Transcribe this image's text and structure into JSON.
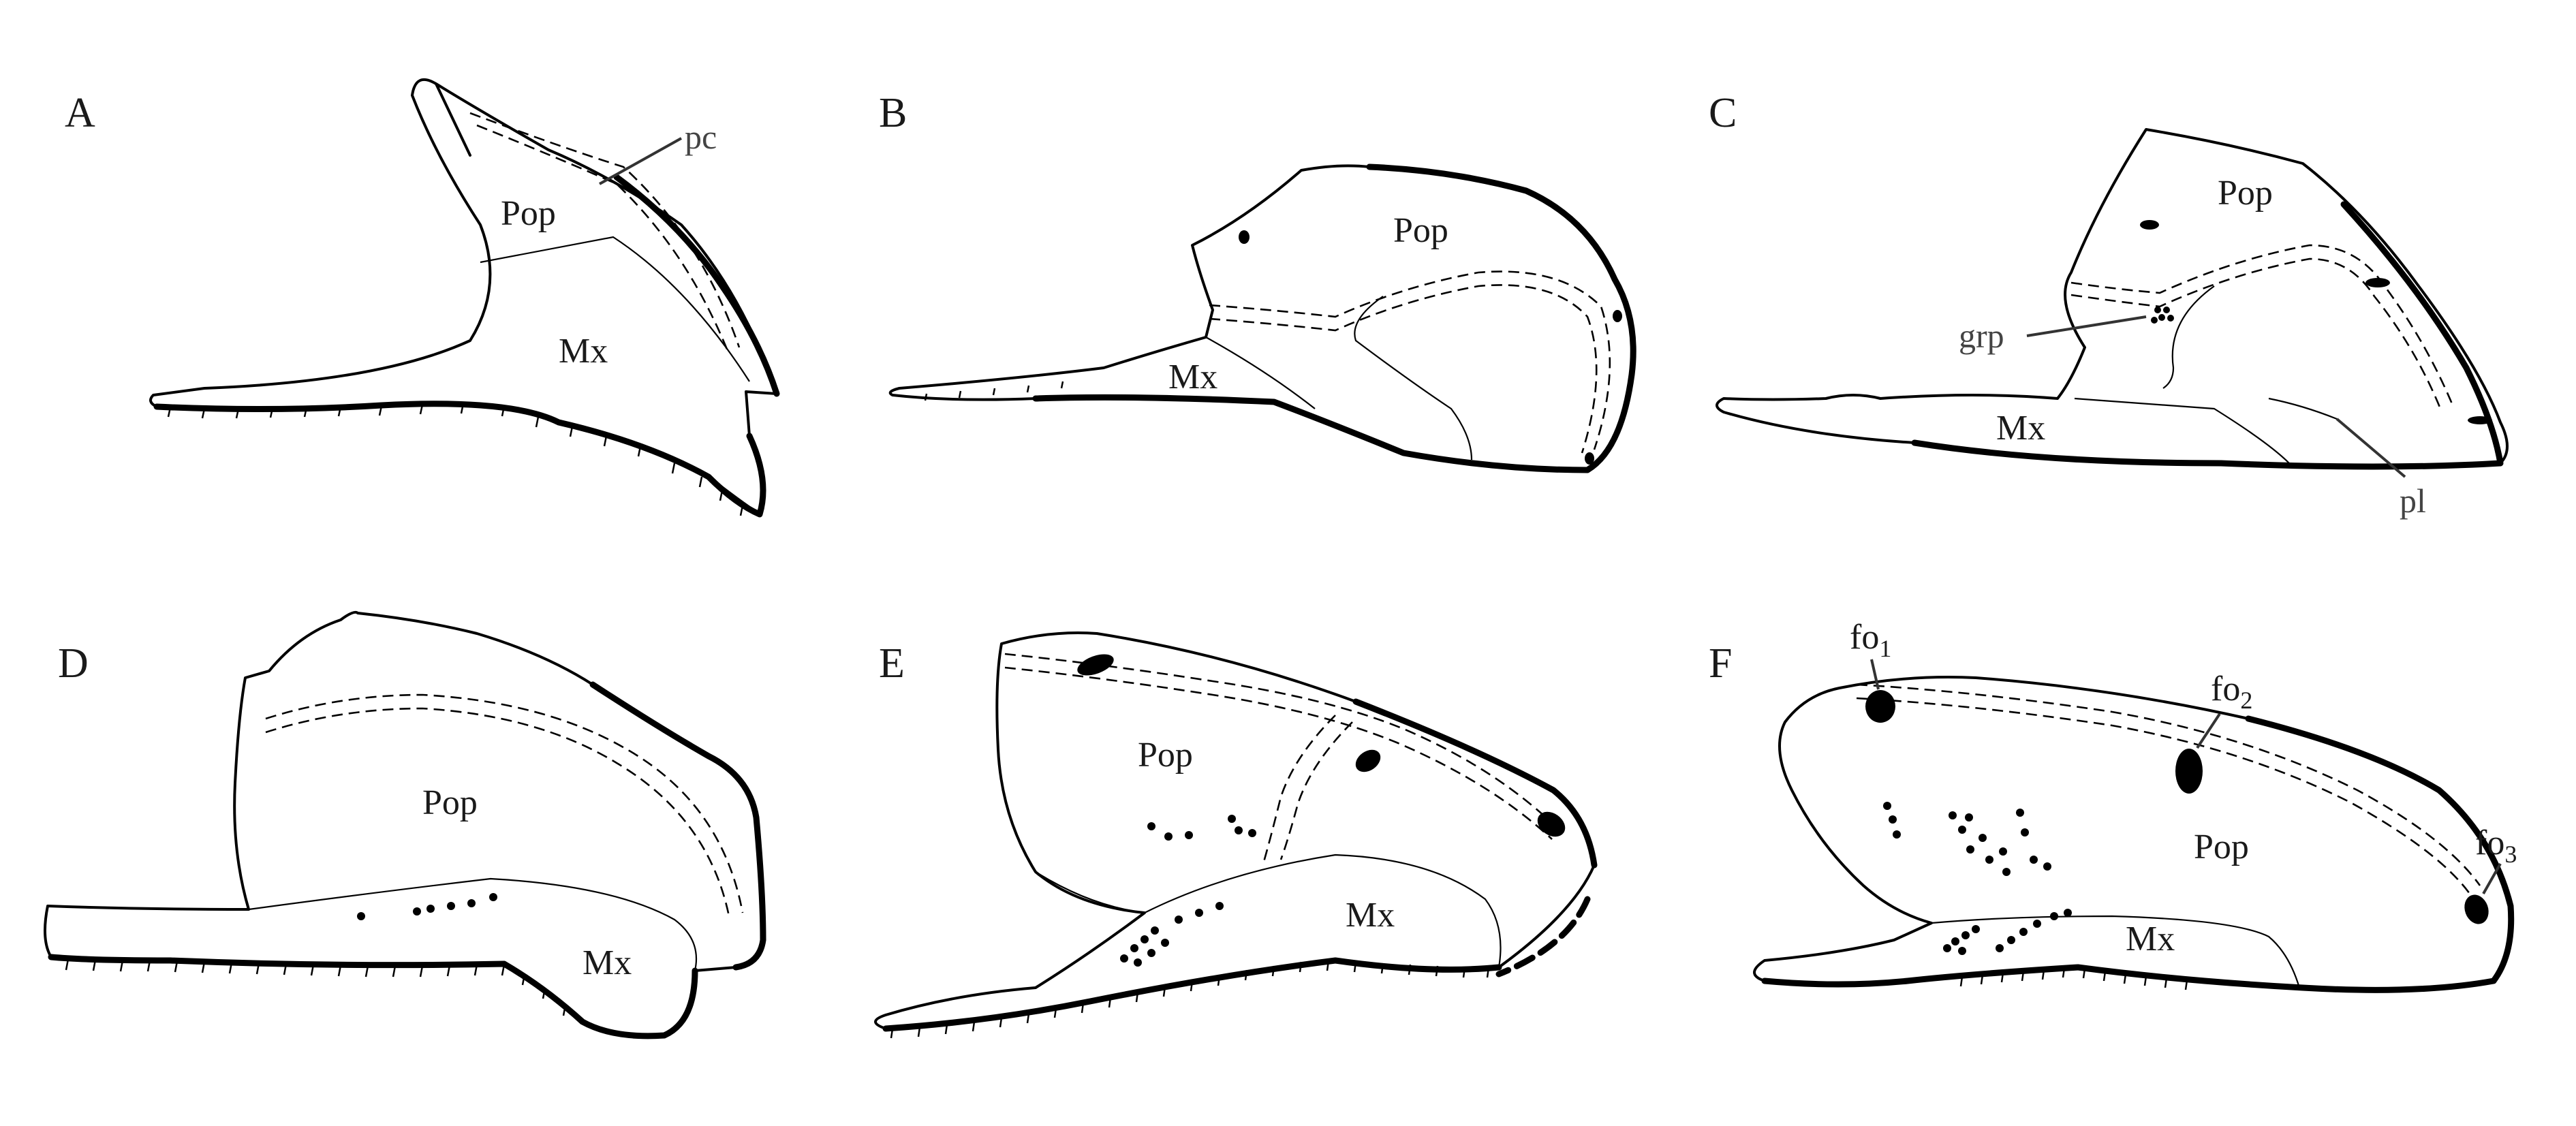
{
  "panels": [
    {
      "letter": "A",
      "bones": {
        "pop": "Pop",
        "mx": "Mx"
      },
      "callouts": {
        "pc": "pc"
      }
    },
    {
      "letter": "B",
      "bones": {
        "pop": "Pop",
        "mx": "Mx"
      }
    },
    {
      "letter": "C",
      "bones": {
        "pop": "Pop",
        "mx": "Mx"
      },
      "callouts": {
        "grp": "grp",
        "pl": "pl"
      }
    },
    {
      "letter": "D",
      "bones": {
        "pop": "Pop",
        "mx": "Mx"
      }
    },
    {
      "letter": "E",
      "bones": {
        "pop": "Pop",
        "mx": "Mx"
      }
    },
    {
      "letter": "F",
      "bones": {
        "pop": "Pop",
        "mx": "Mx"
      },
      "foramina": [
        {
          "base": "fo",
          "sub": "1"
        },
        {
          "base": "fo",
          "sub": "2"
        },
        {
          "base": "fo",
          "sub": "3"
        }
      ]
    }
  ],
  "colors": {
    "line": "#000000",
    "callout_text": "#444444",
    "background": "#ffffff"
  }
}
